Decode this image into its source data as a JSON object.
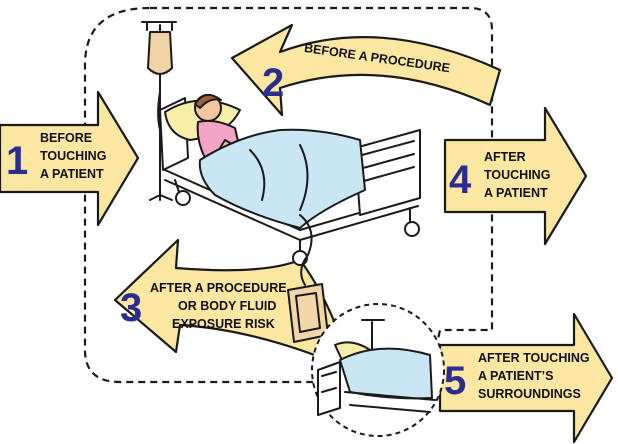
{
  "moments": [
    {
      "number": "1",
      "lines": [
        "BEFORE",
        "TOUCHING",
        "A PATIENT"
      ]
    },
    {
      "number": "2",
      "lines": [
        "BEFORE A PROCEDURE"
      ]
    },
    {
      "number": "3",
      "lines": [
        "AFTER A PROCEDURE",
        "OR BODY FLUID",
        "EXPOSURE RISK"
      ]
    },
    {
      "number": "4",
      "lines": [
        "AFTER",
        "TOUCHING",
        "A PATIENT"
      ]
    },
    {
      "number": "5",
      "lines": [
        "AFTER TOUCHING",
        "A PATIENT’S",
        "SURROUNDINGS"
      ]
    }
  ],
  "colors": {
    "arrow_fill": "#fbe7a1",
    "number": "#2b2c8f",
    "outline": "#1a1a1a",
    "bed_sheet": "#c8e6f3",
    "patient_shirt": "#f3a3c3",
    "pillow": "#f6eea8"
  }
}
